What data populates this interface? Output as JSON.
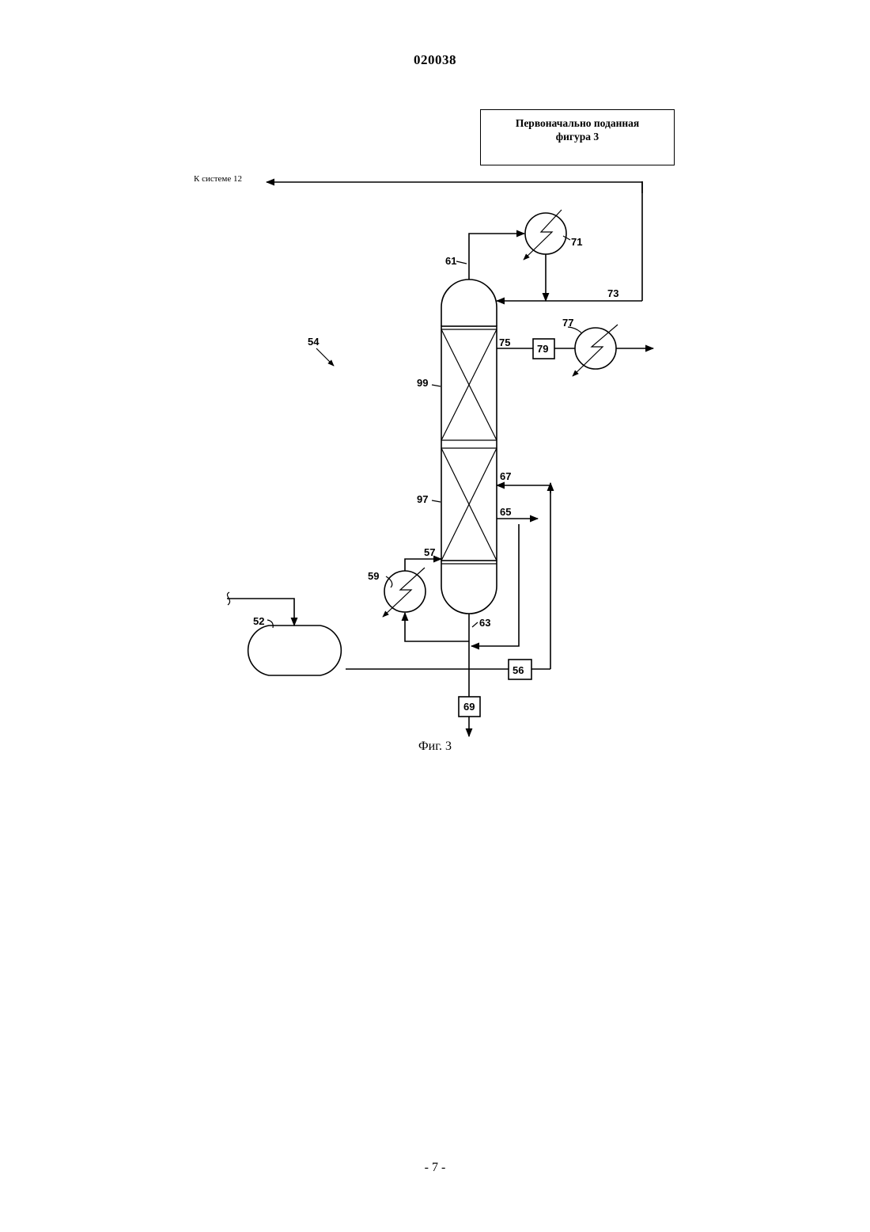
{
  "document": {
    "patent_number": "020038",
    "stamp": {
      "line1": "Первоначально поданная",
      "line2": "фигура 3"
    },
    "figure_caption": "Фиг. 3",
    "page_number": "- 7 -"
  },
  "diagram": {
    "to_system_label": "К системе 12",
    "labels": {
      "system": "54",
      "tank": "52",
      "pump": "56",
      "reboiler_feed": "57",
      "reboiler": "59",
      "overhead": "61",
      "bottoms": "63",
      "side_draw_lower": "65",
      "return_feed": "67",
      "bottoms_unit": "69",
      "condenser": "71",
      "reflux": "73",
      "side_draw_upper": "75",
      "side_cooler": "77",
      "side_unit": "79",
      "lower_bed": "97",
      "upper_bed": "99"
    }
  }
}
